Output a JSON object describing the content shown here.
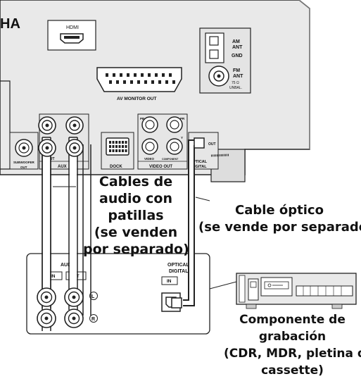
{
  "labels": {
    "brand_partial": "HA",
    "hdmi": "HDMI",
    "am_ant_line1": "AM",
    "am_ant_line2": "ANT",
    "gnd": "GND",
    "fm_ant_line1": "FM",
    "fm_ant_line2": "ANT",
    "fm_ohm_line1": "75 Ω",
    "fm_ohm_line2": "UNBAL.",
    "av_monitor_out": "AV MONITOR OUT",
    "subwoofer_line1": "SUBWOOFER",
    "subwoofer_line2": "OUT",
    "aux_out": "OUT",
    "aux_in": "IN",
    "aux": "AUX",
    "dock": "DOCK",
    "pb": "PB",
    "pr": "PR",
    "y": "Y",
    "video": "VIDEO",
    "component": "COMPONENT",
    "video_out": "VIDEO OUT",
    "optical_out": "OUT",
    "optical_line1": "OPTICAL",
    "optical_line2": "DIGITAL",
    "rec_audio": "AUDIO",
    "rec_in": "IN",
    "rec_out": "OUT",
    "rec_optical_line1": "OPTICAL",
    "rec_optical_line2": "DIGITAL",
    "rec_optical_in": "IN",
    "left_marker": "L",
    "right_marker": "R"
  },
  "captions": {
    "pin_cable": [
      "Cables de",
      "audio con",
      "patillas",
      "(se venden",
      "por separado)"
    ],
    "optical_cable": [
      "Cable óptico",
      "(se vende por separado)"
    ],
    "recorder": [
      "Componente de",
      "grabación",
      "(CDR, MDR, pletina d",
      "cassette)"
    ]
  }
}
